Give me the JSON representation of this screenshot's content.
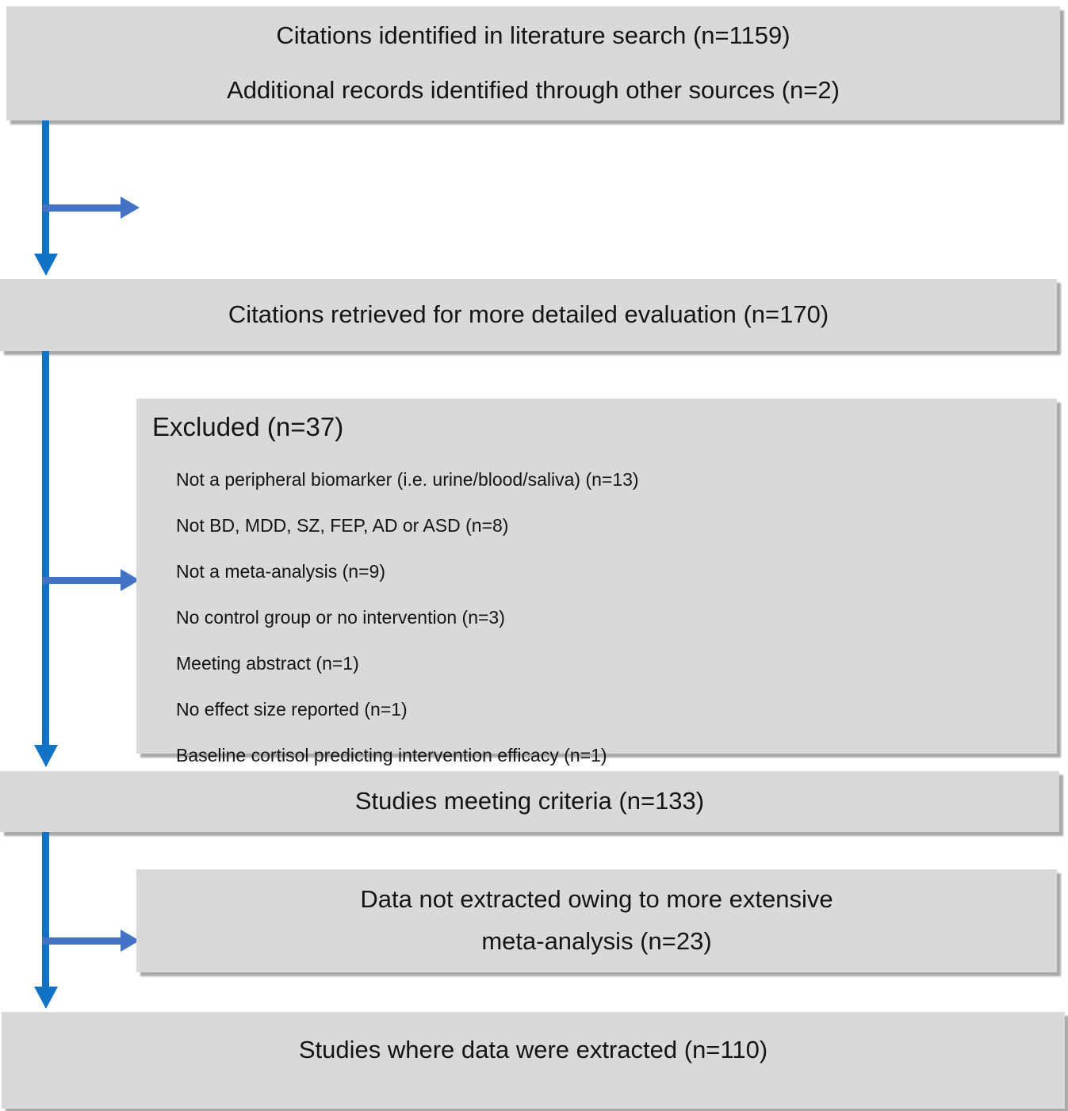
{
  "diagram": {
    "boxes": {
      "identified": {
        "line1": "Citations identified in literature search (n=1159)",
        "line2": "Additional records identified through other sources (n=2)"
      },
      "retrieved": {
        "label": "Citations retrieved for more detailed evaluation (n=170)"
      },
      "excluded": {
        "title": "Excluded (n=37)",
        "items": [
          "Not a peripheral biomarker (i.e. urine/blood/saliva) (n=13)",
          "Not BD, MDD, SZ, FEP, AD or ASD (n=8)",
          "Not a meta-analysis (n=9)",
          "No control group or no intervention (n=3)",
          "Meeting abstract (n=1)",
          "No effect size reported (n=1)",
          "Baseline cortisol predicting intervention efficacy (n=1)"
        ]
      },
      "meeting": {
        "label": "Studies meeting criteria (n=133)"
      },
      "not_extracted": {
        "line1": "Data not extracted owing to more extensive",
        "line2": "meta-analysis (n=23)"
      },
      "extracted": {
        "label": "Studies where data were extracted (n=110)"
      }
    },
    "colors": {
      "box_fill": "#D9D9D9",
      "arrow_vertical": "#1272C6",
      "arrow_horizontal": "#4472C4",
      "shadow": "#A9A9A9",
      "text": "#141414"
    }
  }
}
